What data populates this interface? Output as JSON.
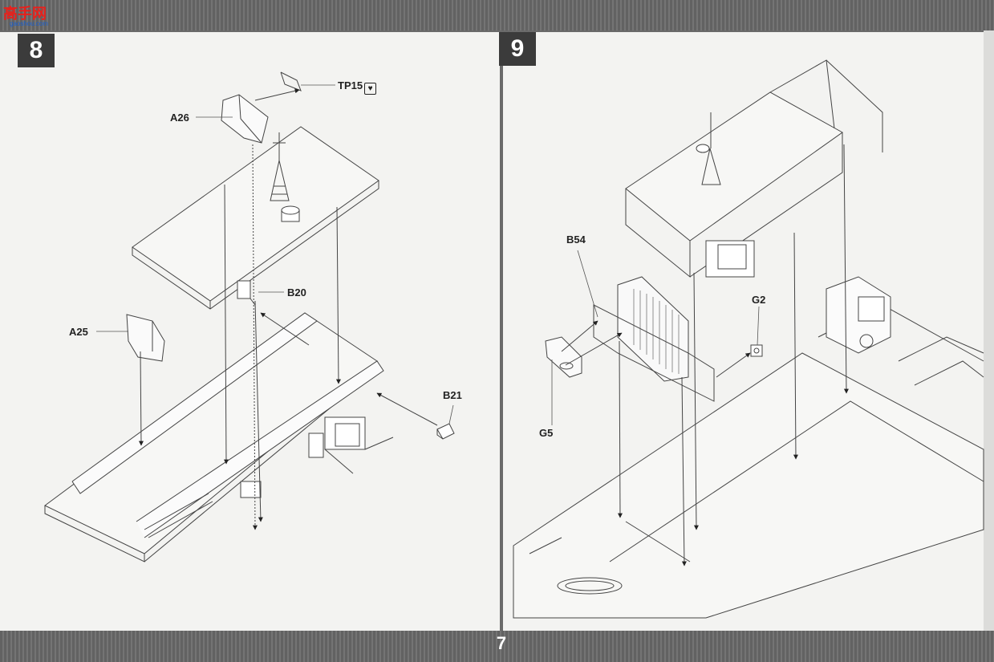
{
  "header": {
    "logo_text": "高手网",
    "logo_url": "gaoshou.com"
  },
  "steps": {
    "step_a": "8",
    "step_b": "9"
  },
  "page_number": "7",
  "callouts": {
    "tp15": "TP15",
    "a26": "A26",
    "b20": "B20",
    "a25": "A25",
    "b21": "B21",
    "b54": "B54",
    "g2": "G2",
    "g5": "G5"
  },
  "colors": {
    "band": "#6a6a6a",
    "paper": "#f3f3f1",
    "badge": "#3b3b3b",
    "line": "#444444"
  }
}
